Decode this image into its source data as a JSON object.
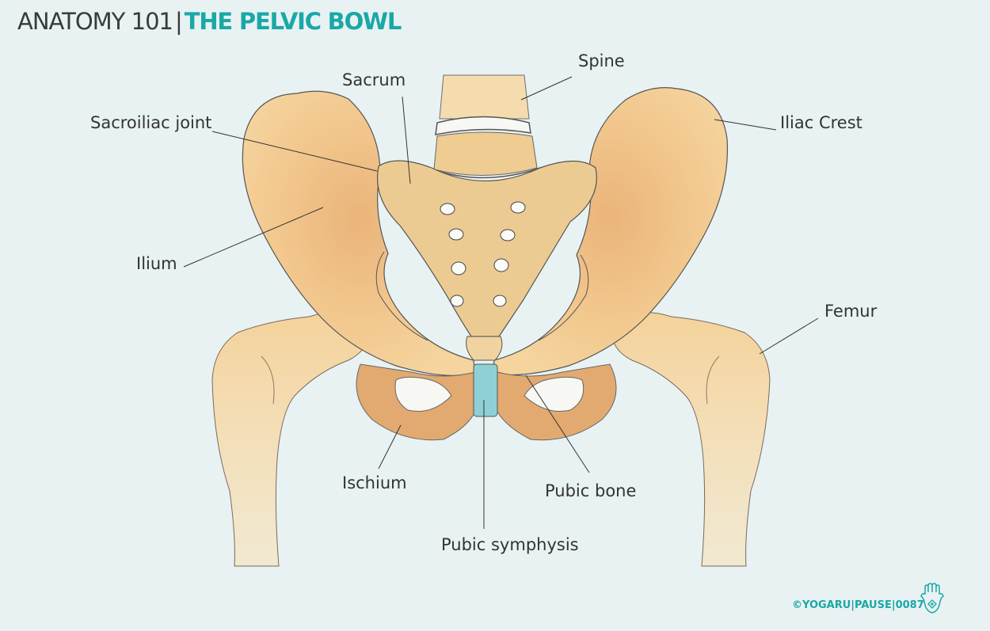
{
  "title": {
    "main": "ANATOMY 101",
    "separator": "|",
    "accent": "THE PELVIC BOWL"
  },
  "labels": {
    "spine": "Spine",
    "sacrum": "Sacrum",
    "sacroiliac_joint": "Sacroiliac joint",
    "iliac_crest": "Iliac Crest",
    "ilium": "Ilium",
    "femur": "Femur",
    "ischium": "Ischium",
    "pubic_bone": "Pubic bone",
    "pubic_symphysis": "Pubic symphysis"
  },
  "credit": "©YOGARU|PAUSE|0087",
  "colors": {
    "background": "#e8f2f3",
    "accent": "#1aa8a6",
    "bone": "#f3cf96",
    "bone_shade": "#d99a5c",
    "cartilage": "#8fd0d6"
  },
  "icons": {
    "logo": "hamsa-hand-icon"
  }
}
